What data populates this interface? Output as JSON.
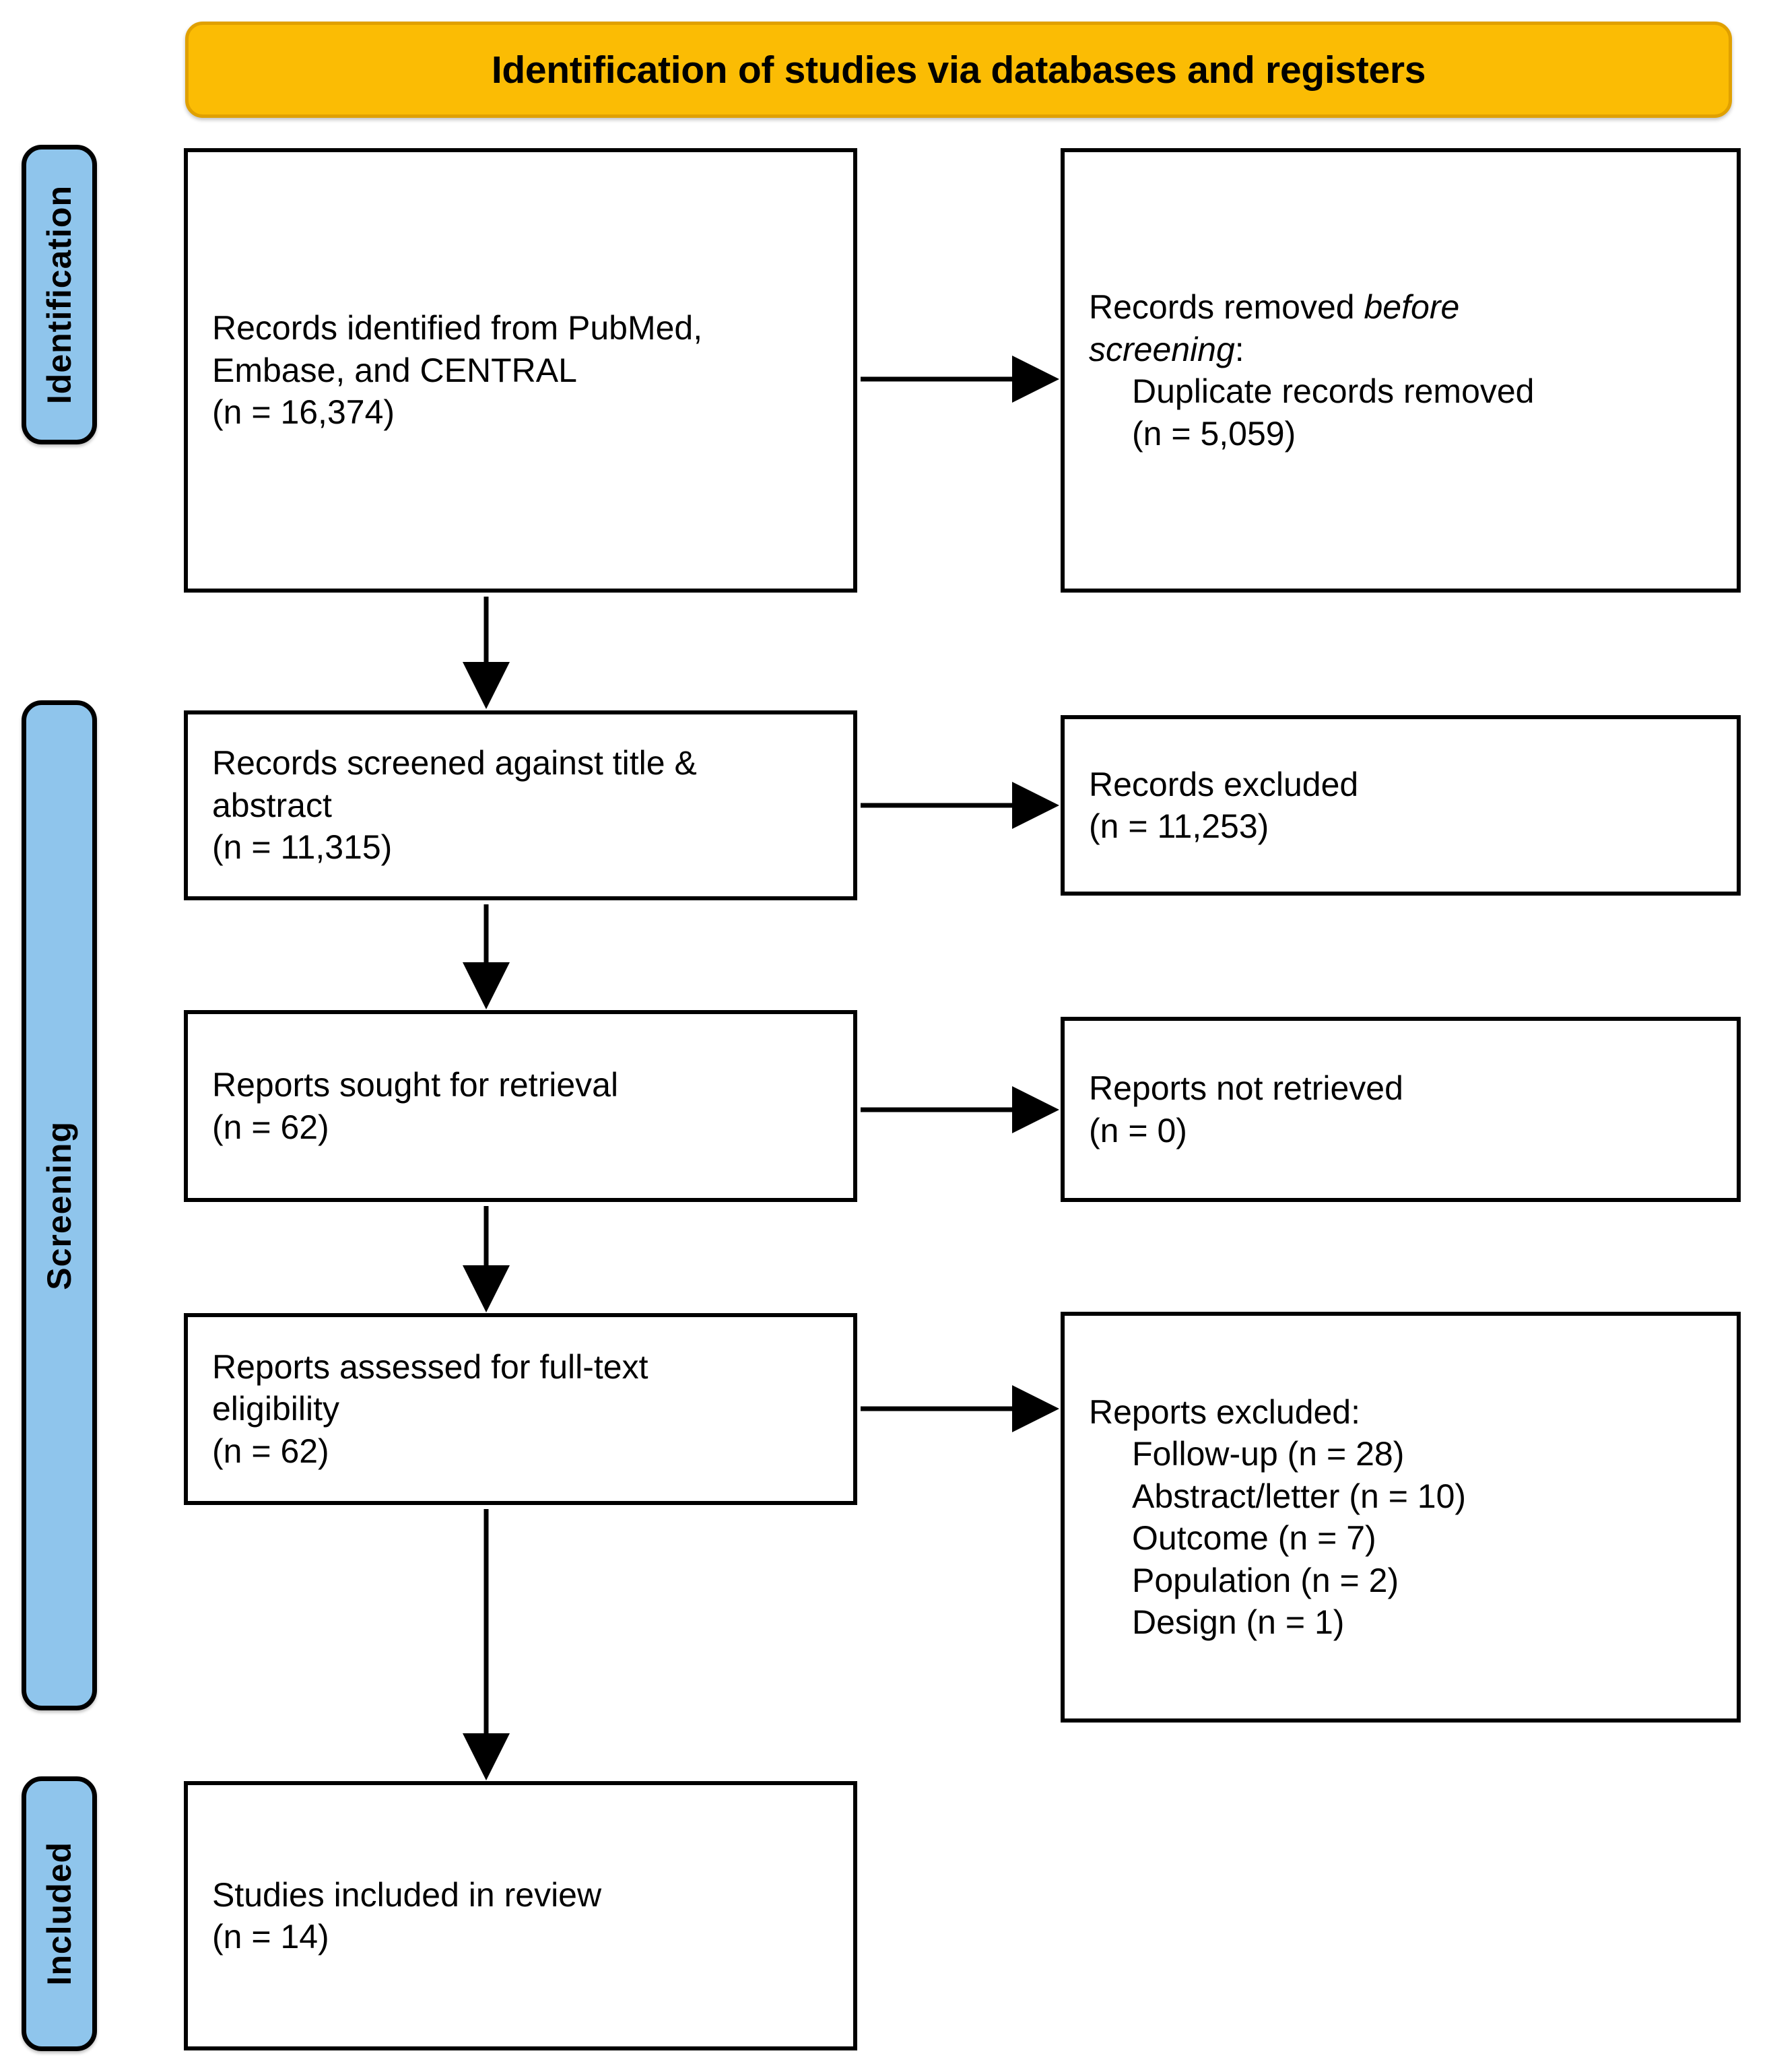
{
  "header": {
    "title": "Identification of studies via databases and registers",
    "banner_color": "#FBBC04",
    "banner_border_color": "#E0A000"
  },
  "stage_labels": {
    "identification": "Identification",
    "screening": "Screening",
    "included": "Included",
    "fill_color": "#8FC5EC",
    "border_color": "#000000"
  },
  "boxes": {
    "records_identified": {
      "line1": "Records identified from PubMed,",
      "line2": "Embase, and CENTRAL",
      "line3": "(n = 16,374)"
    },
    "records_removed": {
      "line1_normal": "Records removed ",
      "line1_italic": "before",
      "line2_italic": "screening",
      "line2_normal": ":",
      "line3": "Duplicate records removed",
      "line4": "(n = 5,059)"
    },
    "records_screened": {
      "line1": "Records screened against title &",
      "line2": "abstract",
      "line3": "(n = 11,315)"
    },
    "records_excluded": {
      "line1": "Records excluded",
      "line2": "(n = 11,253)"
    },
    "reports_sought": {
      "line1": "Reports sought for retrieval",
      "line2": "(n = 62)"
    },
    "reports_not_retrieved": {
      "line1": "Reports not retrieved",
      "line2": "(n = 0)"
    },
    "reports_assessed": {
      "line1": "Reports assessed for full-text",
      "line2": "eligibility",
      "line3": "(n = 62)"
    },
    "reports_excluded": {
      "heading": "Reports excluded:",
      "reasons": [
        "Follow-up (n = 28)",
        "Abstract/letter (n = 10)",
        "Outcome (n = 7)",
        "Population (n = 2)",
        "Design (n = 1)"
      ]
    },
    "studies_included": {
      "line1": "Studies included in review",
      "line2": "(n = 14)"
    }
  },
  "chart_data": {
    "type": "diagram",
    "title": "Identification of studies via databases and registers",
    "nodes": [
      {
        "id": "records_identified",
        "stage": "Identification",
        "column": "left",
        "label": "Records identified from PubMed, Embase, and CENTRAL",
        "n": 16374
      },
      {
        "id": "records_removed",
        "stage": "Identification",
        "column": "right",
        "label": "Records removed before screening: Duplicate records removed",
        "n": 5059
      },
      {
        "id": "records_screened",
        "stage": "Screening",
        "column": "left",
        "label": "Records screened against title & abstract",
        "n": 11315
      },
      {
        "id": "records_excluded",
        "stage": "Screening",
        "column": "right",
        "label": "Records excluded",
        "n": 11253
      },
      {
        "id": "reports_sought",
        "stage": "Screening",
        "column": "left",
        "label": "Reports sought for retrieval",
        "n": 62
      },
      {
        "id": "reports_not_retrieved",
        "stage": "Screening",
        "column": "right",
        "label": "Reports not retrieved",
        "n": 0
      },
      {
        "id": "reports_assessed",
        "stage": "Screening",
        "column": "left",
        "label": "Reports assessed for full-text eligibility",
        "n": 62
      },
      {
        "id": "reports_excluded",
        "stage": "Screening",
        "column": "right",
        "label": "Reports excluded",
        "breakdown": [
          {
            "reason": "Follow-up",
            "n": 28
          },
          {
            "reason": "Abstract/letter",
            "n": 10
          },
          {
            "reason": "Outcome",
            "n": 7
          },
          {
            "reason": "Population",
            "n": 2
          },
          {
            "reason": "Design",
            "n": 1
          }
        ]
      },
      {
        "id": "studies_included",
        "stage": "Included",
        "column": "left",
        "label": "Studies included in review",
        "n": 14
      }
    ],
    "edges": [
      {
        "from": "records_identified",
        "to": "records_removed",
        "direction": "right"
      },
      {
        "from": "records_identified",
        "to": "records_screened",
        "direction": "down"
      },
      {
        "from": "records_screened",
        "to": "records_excluded",
        "direction": "right"
      },
      {
        "from": "records_screened",
        "to": "reports_sought",
        "direction": "down"
      },
      {
        "from": "reports_sought",
        "to": "reports_not_retrieved",
        "direction": "right"
      },
      {
        "from": "reports_sought",
        "to": "reports_assessed",
        "direction": "down"
      },
      {
        "from": "reports_assessed",
        "to": "reports_excluded",
        "direction": "right"
      },
      {
        "from": "reports_assessed",
        "to": "studies_included",
        "direction": "down"
      }
    ]
  }
}
